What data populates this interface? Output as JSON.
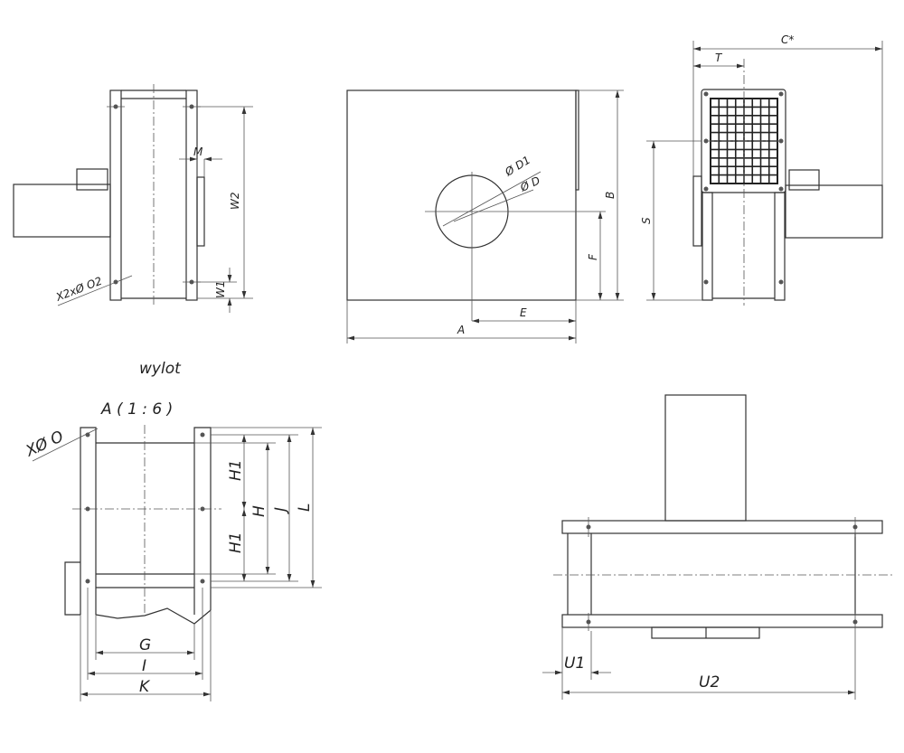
{
  "side_view": {
    "label_m": "M",
    "label_w2": "W2",
    "label_w1": "W1",
    "label_holes": "X2xØ O2",
    "caption": "wylot"
  },
  "front_view": {
    "label_d1": "Ø D1",
    "label_d": "Ø D",
    "label_b": "B",
    "label_f": "F",
    "label_e": "E",
    "label_a": "A"
  },
  "inlet_view": {
    "label_c": "C*",
    "label_t": "T",
    "label_s": "S"
  },
  "detail_view": {
    "title": "A ( 1 : 6 )",
    "label_holes": "XØ O",
    "label_h1_top": "H1",
    "label_h1_bottom": "H1",
    "label_h": "H",
    "label_j": "J",
    "label_l": "L",
    "label_g": "G",
    "label_i": "I",
    "label_k": "K"
  },
  "top_view": {
    "label_u1": "U1",
    "label_u2": "U2"
  },
  "colors": {
    "line": "#333333",
    "background": "#ffffff"
  }
}
